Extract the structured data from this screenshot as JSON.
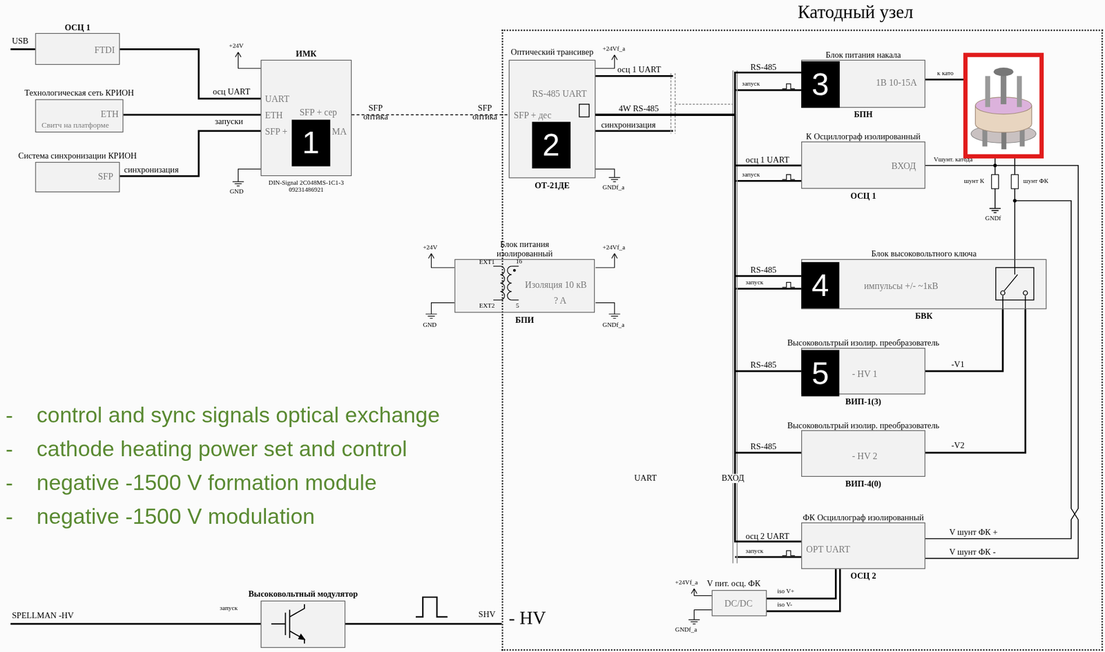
{
  "diagram": {
    "nodes": [
      {
        "text": [
          "Катодный узел"
        ]
      },
      {
        "text": [
          "ОСЦ 1",
          "FTDI"
        ]
      },
      {
        "text": [
          "Технологическая сеть КРИОН",
          "ETH",
          "Свитч на платформе"
        ]
      },
      {
        "text": [
          "Система синхронизации КРИОН",
          "SFP"
        ]
      },
      {
        "text": [
          "ИМК",
          "UART",
          "ETH",
          "SFP +",
          "SFP + сер",
          "МА",
          "DIN-Signal 2C048MS-1C1-3 09231486921"
        ]
      },
      {
        "text": [
          "Оптический трансивер",
          "RS-485 UART",
          "SFP + дес",
          "ОТ-21ДЕ"
        ],
        "in": 0
      },
      {
        "text": [
          "Блок питания изолированный",
          "Изоляция 10 кВ",
          "? A",
          "БПИ"
        ]
      },
      {
        "text": [
          "Блок питания накала",
          "1В 10-15А",
          "БПН"
        ],
        "in": 0
      },
      {
        "text": [
          "К Осциллограф изолированный",
          "ВХОД",
          "ОСЦ 1"
        ],
        "in": 0
      },
      {
        "text": [
          "Блок высоковольтного ключа",
          "импульсы +/- ~1кВ",
          "БВК"
        ],
        "in": 0
      },
      {
        "text": [
          "Высоковольтрый изолир. преобразователь",
          "- HV 1",
          "ВИП-1(3)"
        ],
        "in": 0
      },
      {
        "text": [
          "Высоковольтрый изолир. преобразователь",
          "- HV 2",
          "ВИП-4(0)"
        ],
        "in": 0
      },
      {
        "text": [
          "ФК Осциллограф изолированный",
          "OPT UART",
          "ОСЦ 2"
        ],
        "in": 0
      },
      {
        "text": [
          "DC/DC"
        ],
        "in": 0
      },
      {
        "text": [
          "Высоковольтный модулятор"
        ]
      }
    ],
    "edges": [
      {
        "from": 1,
        "to": 4,
        "label": "осц UART",
        "arrow": "none"
      },
      {
        "from": 2,
        "to": 4,
        "arrow": "none"
      },
      {
        "from": 3,
        "to": 4,
        "label": "синхронизация",
        "arrow": "none"
      },
      {
        "from": 4,
        "to": 5,
        "arrow": "none"
      },
      {
        "from": 5,
        "to": 7,
        "arrow": "none"
      },
      {
        "from": 5,
        "to": 8,
        "arrow": "none"
      },
      {
        "from": 5,
        "to": 9,
        "arrow": "none"
      },
      {
        "from": 5,
        "to": 10,
        "arrow": "none"
      },
      {
        "from": 5,
        "to": 11,
        "arrow": "none"
      },
      {
        "from": 5,
        "to": 12,
        "arrow": "none"
      },
      {
        "from": 10,
        "to": 9,
        "arrow": "none"
      },
      {
        "from": 11,
        "to": 9,
        "arrow": "none"
      },
      {
        "from": 13,
        "to": 12,
        "arrow": "none"
      },
      {
        "from": 14,
        "to": 0,
        "arrow": "none"
      }
    ],
    "labels": [
      "USB",
      "запуски",
      "SFP оптика",
      "SFP оптика",
      "+24V",
      "GND",
      "+24Vf_a",
      "GNDf_a",
      "осц 1 UART",
      "4W RS-485",
      "синхронизация",
      "+24V",
      "GND",
      "+24Vf_a",
      "GNDf_a",
      "EXT1",
      "EXT2",
      "16",
      "5",
      "RS-485",
      "запуск",
      "осц 1 UART",
      "запуск",
      "RS-485",
      "запуск",
      "RS-485",
      "RS-485",
      "осц 2 UART",
      "запуск",
      "к като",
      "Vшунт. катода",
      "шунт К",
      "шунт ФК",
      "GNDf",
      "-V1",
      "-V2",
      "V шунт ФК +",
      "V шунт ФК -",
      "+24Vf_a",
      "V пит. осц. ФК",
      "iso V+",
      "iso V-",
      "GNDf_a",
      "UART",
      "ВХОД",
      "SPELLMAN -HV",
      "запуск",
      "SHV",
      "- HV",
      "1",
      "2",
      "3",
      "4",
      "5",
      "-",
      "-",
      "-",
      "-",
      "control and sync signals optical exchange",
      "cathode heating power set and control",
      "negative -1500 V formation module",
      "negative -1500 V modulation"
    ]
  }
}
